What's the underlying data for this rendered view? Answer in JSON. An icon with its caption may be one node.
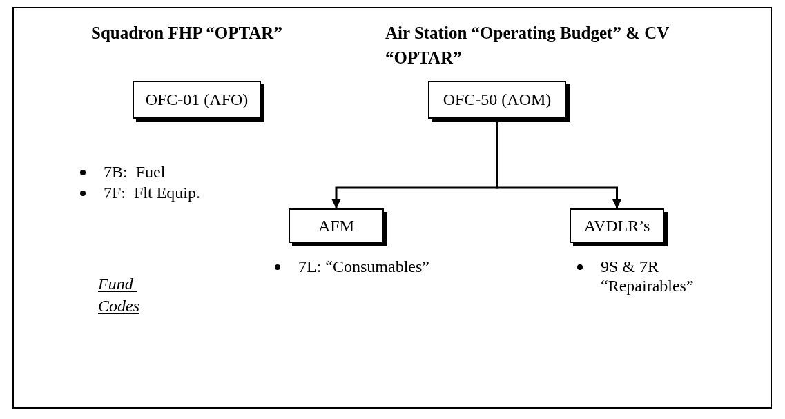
{
  "diagram": {
    "nodes": [
      {
        "text": [
          "OFC-01 (AFO)"
        ]
      },
      {
        "text": [
          "OFC-50 (AOM)"
        ]
      },
      {
        "text": [
          "AFM"
        ]
      },
      {
        "text": [
          "AVDLR’s"
        ]
      }
    ],
    "edges": [
      {
        "from": 1,
        "to": 2,
        "arrow": "to"
      },
      {
        "from": 1,
        "to": 3,
        "arrow": "to"
      }
    ],
    "labels": [
      "Squadron FHP “OPTAR”",
      "Air Station “Operating Budget” & CV “OPTAR”",
      "7B:  Fuel",
      "7F:  Flt Equip.",
      "Fund Codes",
      "7L: “Consumables”",
      "9S & 7R “Repairables”"
    ]
  }
}
